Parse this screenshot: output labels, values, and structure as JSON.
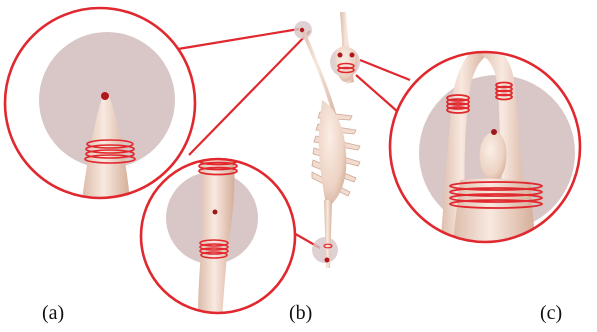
{
  "figure": {
    "captions": {
      "a": "(a)",
      "b": "(b)",
      "c": "(c)"
    },
    "colors": {
      "accent": "#e0282e",
      "skin": "#f3ddd0",
      "skin_shade": "#d9b8a6",
      "disk": "#cdb7b6",
      "background": "#ffffff"
    }
  }
}
